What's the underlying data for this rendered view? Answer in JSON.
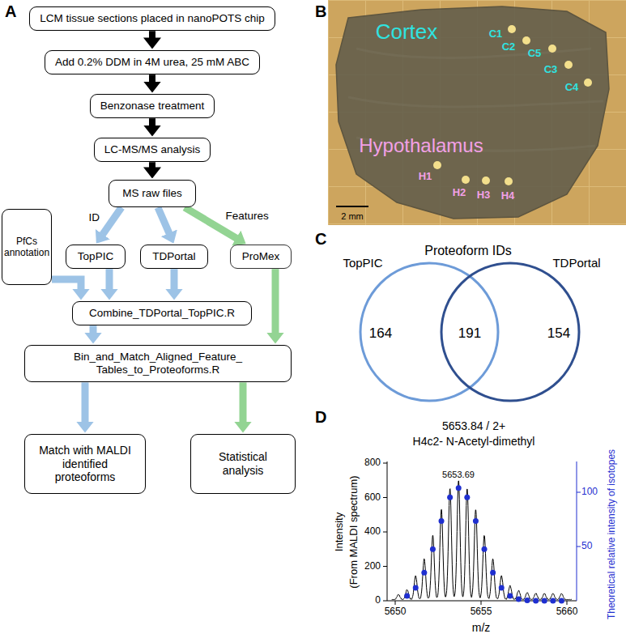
{
  "diagram": {
    "nodes": [
      {
        "text": [
          "LCM tissue sections placed in nanoPOTS chip"
        ]
      },
      {
        "text": [
          "Add 0.2% DDM in 4M urea, 25 mM ABC"
        ]
      },
      {
        "text": [
          "Benzonase treatment"
        ]
      },
      {
        "text": [
          "LC-MS/MS analysis"
        ]
      },
      {
        "text": [
          "MS raw files"
        ]
      },
      {
        "text": [
          "PfCs annotation"
        ]
      },
      {
        "text": [
          "TopPIC"
        ]
      },
      {
        "text": [
          "TDPortal"
        ]
      },
      {
        "text": [
          "ProMex"
        ]
      },
      {
        "text": [
          "Combine_TDPortal_TopPIC.R"
        ]
      },
      {
        "text": [
          "Bin_and_Match_Aligned_Feature_ Tables_to_Proteoforms.R"
        ]
      },
      {
        "text": [
          "Match with MALDI identified proteoforms"
        ]
      },
      {
        "text": [
          "Statistical analysis"
        ]
      }
    ],
    "edges": [
      {
        "from": 0,
        "to": 1,
        "arrow": "to"
      },
      {
        "from": 1,
        "to": 2,
        "arrow": "to"
      },
      {
        "from": 2,
        "to": 3,
        "arrow": "to"
      },
      {
        "from": 3,
        "to": 4,
        "arrow": "to"
      },
      {
        "from": 4,
        "to": 6,
        "label": "ID",
        "arrow": "to"
      },
      {
        "from": 4,
        "to": 7,
        "arrow": "to"
      },
      {
        "from": 4,
        "to": 8,
        "label": "Features",
        "arrow": "to"
      },
      {
        "from": 5,
        "to": 9,
        "arrow": "to"
      },
      {
        "from": 6,
        "to": 9,
        "arrow": "to"
      },
      {
        "from": 7,
        "to": 9,
        "arrow": "to"
      },
      {
        "from": 9,
        "to": 10,
        "arrow": "to"
      },
      {
        "from": 8,
        "to": 10,
        "arrow": "to"
      },
      {
        "from": 10,
        "to": 11,
        "arrow": "to"
      },
      {
        "from": 10,
        "to": 12,
        "arrow": "to"
      }
    ],
    "labels": [
      "A",
      "B",
      "Cortex",
      "C1",
      "C2",
      "C5",
      "C3",
      "C4",
      "Hypothalamus",
      "H1",
      "H2",
      "H3",
      "H4",
      "2 mm",
      "C",
      "Proteoform IDs",
      "TopPIC",
      "TDPortal",
      "164",
      "191",
      "154",
      "D",
      "5653.84 / 2+",
      "H4c2- N-Acetyl-dimethyl",
      "5653.69",
      "800",
      "600",
      "400",
      "200",
      "0",
      "Intensity",
      "(From MALDI spectrum)",
      "Theoretical relative intensity of isotopes",
      "100",
      "50",
      "5650",
      "5655",
      "5660",
      "m/z"
    ]
  }
}
